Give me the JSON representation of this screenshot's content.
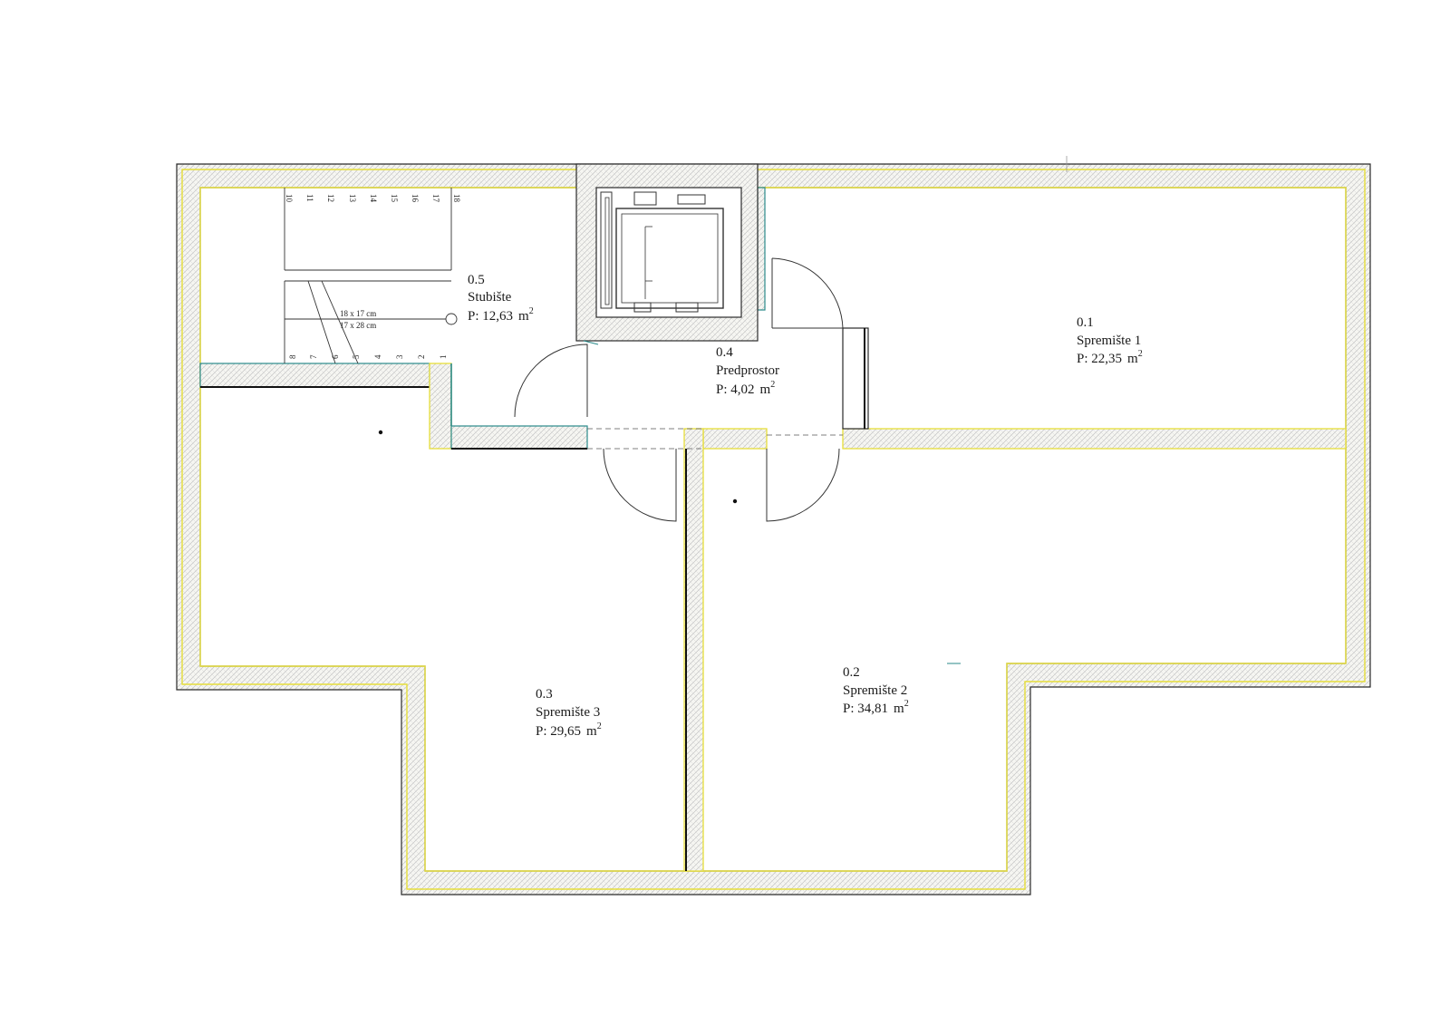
{
  "rooms": [
    {
      "id": "0.1",
      "name": "Spremište 1",
      "area_label": "P: 22,35",
      "unit": "m",
      "unit_sup": "2"
    },
    {
      "id": "0.2",
      "name": "Spremište 2",
      "area_label": "P: 34,81",
      "unit": "m",
      "unit_sup": "2"
    },
    {
      "id": "0.3",
      "name": "Spremište 3",
      "area_label": "P: 29,65",
      "unit": "m",
      "unit_sup": "2"
    },
    {
      "id": "0.4",
      "name": "Predprostor",
      "area_label": "P: 4,02",
      "unit": "m",
      "unit_sup": "2"
    },
    {
      "id": "0.5",
      "name": "Stubište",
      "area_label": "P: 12,63",
      "unit": "m",
      "unit_sup": "2"
    }
  ],
  "stairs": {
    "dim_riser": "18 x 17 cm",
    "dim_tread": "17 x 28 cm",
    "upper_steps": [
      "10",
      "11",
      "12",
      "13",
      "14",
      "15",
      "16",
      "17",
      "18"
    ],
    "lower_steps": [
      "8",
      "7",
      "6",
      "5",
      "4",
      "3",
      "2",
      "1"
    ]
  },
  "colors": {
    "wall_fill": "#f4f4ef",
    "wall_hatch": "#c9c9c9",
    "wall_edge_yellow": "#e8e040",
    "outline_dark": "#2a2a2a",
    "accent_teal": "#2a8a8a"
  }
}
